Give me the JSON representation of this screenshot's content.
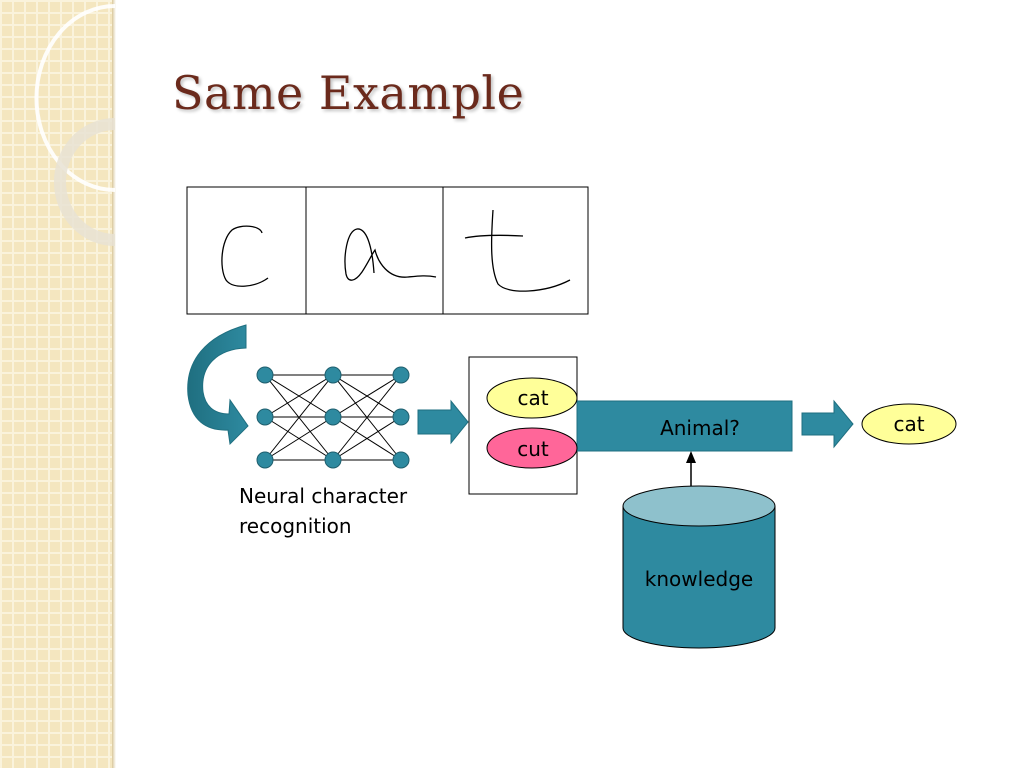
{
  "slide": {
    "title": "Same Example"
  },
  "diagram": {
    "nn_caption_line1": "Neural character",
    "nn_caption_line2": "recognition",
    "candidates": [
      "cat",
      "cut"
    ],
    "context_label": "Animal?",
    "knowledge_label": "knowledge",
    "output_label": "cat"
  },
  "colors": {
    "title": "#6b2a1c",
    "teal": "#2e8aa0",
    "teal_dark": "#1f6f80",
    "db_top": "#8ec1cc",
    "candidate_cat": "#ffff99",
    "candidate_cut": "#ff6699",
    "node": "#2e8aa0"
  }
}
